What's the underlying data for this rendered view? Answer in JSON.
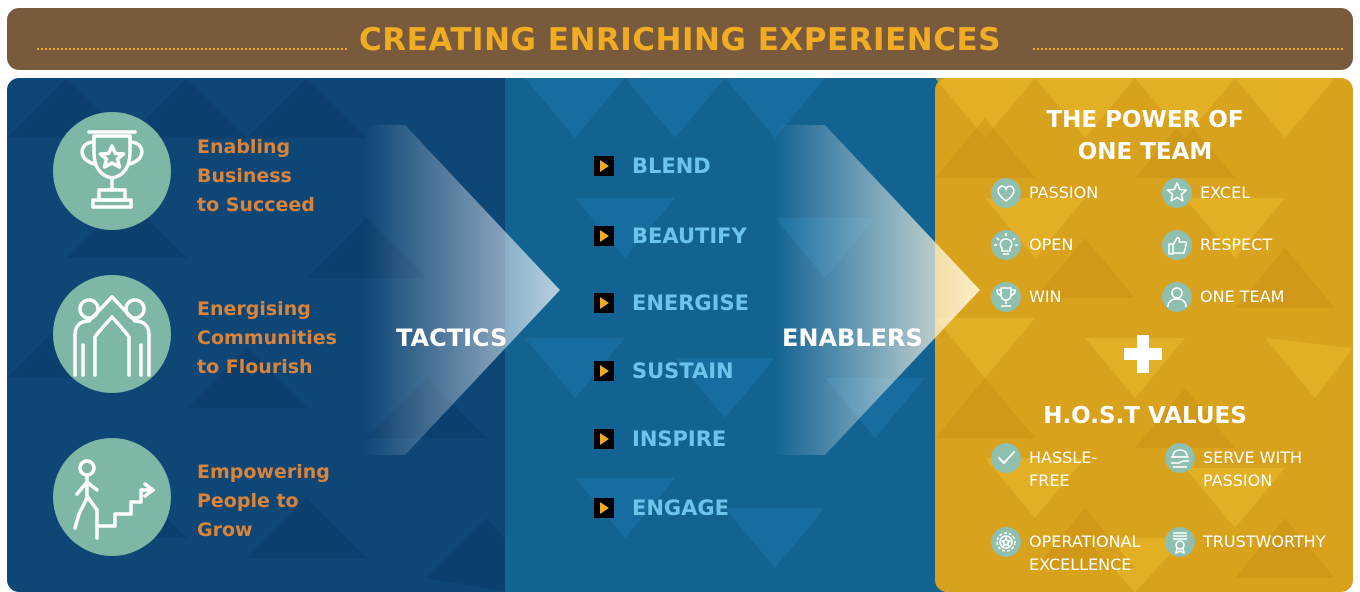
{
  "header": {
    "title": "CREATING ENRICHING EXPERIENCES"
  },
  "pillars": [
    {
      "label_lines": [
        "Enabling",
        "Business",
        "to Succeed"
      ],
      "icon": "trophy-icon"
    },
    {
      "label_lines": [
        "Energising",
        "Communities",
        "to Flourish"
      ],
      "icon": "people-high-five-icon"
    },
    {
      "label_lines": [
        "Empowering",
        "People to",
        "Grow"
      ],
      "icon": "stairs-climb-icon"
    }
  ],
  "tactics_label": "TACTICS",
  "enablers_label": "ENABLERS",
  "tactics": [
    "BLEND",
    "BEAUTIFY",
    "ENERGISE",
    "SUSTAIN",
    "INSPIRE",
    "ENGAGE"
  ],
  "power": {
    "title_lines": [
      "THE POWER OF",
      "ONE TEAM"
    ],
    "values": [
      {
        "label": "PASSION",
        "icon": "heart-icon"
      },
      {
        "label": "EXCEL",
        "icon": "star-icon"
      },
      {
        "label": "OPEN",
        "icon": "lightbulb-icon"
      },
      {
        "label": "RESPECT",
        "icon": "thumbs-up-icon"
      },
      {
        "label": "WIN",
        "icon": "trophy-icon"
      },
      {
        "label": "ONE TEAM",
        "icon": "person-icon"
      }
    ]
  },
  "host": {
    "title": "H.O.S.T VALUES",
    "values": [
      {
        "label_lines": [
          "HASSLE-",
          "FREE"
        ],
        "icon": "check-icon"
      },
      {
        "label_lines": [
          "SERVE WITH",
          "PASSION"
        ],
        "icon": "serving-hand-icon"
      },
      {
        "label_lines": [
          "OPERATIONAL",
          "EXCELLENCE"
        ],
        "icon": "gear-star-icon"
      },
      {
        "label_lines": [
          "TRUSTWORTHY"
        ],
        "icon": "certificate-icon"
      }
    ]
  },
  "colors": {
    "header_bg": "#7a5a3c",
    "accent": "#f0ac22",
    "navy": "#0e4676",
    "blue": "#136392",
    "gold": "#d9a21c",
    "teal": "#7fb7a6",
    "orange_text": "#d9843a",
    "light_blue_text": "#6cc4ec"
  }
}
